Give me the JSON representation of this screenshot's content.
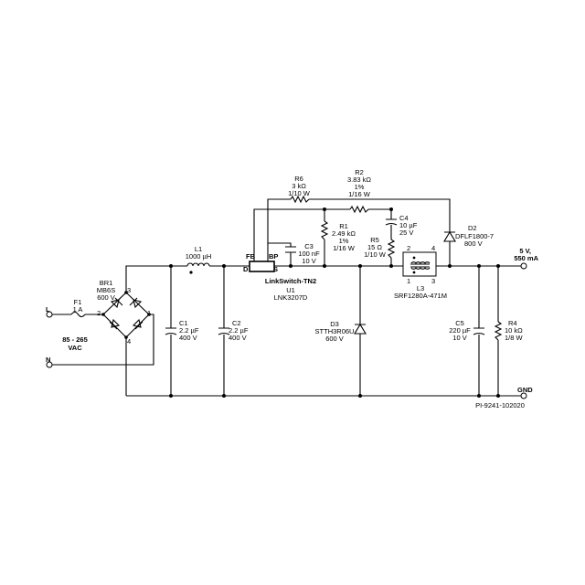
{
  "input": {
    "line": "L",
    "neutral": "N",
    "voltage": [
      "85 - 265",
      "VAC"
    ]
  },
  "output": {
    "voltage": "5 V,",
    "current": "550 mA",
    "ground": "GND"
  },
  "components": {
    "f1": {
      "ref": "F1",
      "value": "1 A"
    },
    "br1": {
      "ref": "BR1",
      "part": "MB6S",
      "rating": "600 V",
      "pins": [
        "1",
        "2",
        "3",
        "4"
      ]
    },
    "l1": {
      "ref": "L1",
      "value": "1000 µH"
    },
    "c1": {
      "ref": "C1",
      "value": "2.2 µF",
      "rating": "400 V"
    },
    "c2": {
      "ref": "C2",
      "value": "2.2 µF",
      "rating": "400 V"
    },
    "u1": {
      "family": "LinkSwitch-TN2",
      "ref": "U1",
      "part": "LNK3207D",
      "pins": {
        "fb": "FB",
        "bp": "BP",
        "d": "D",
        "s": "S"
      }
    },
    "c3": {
      "ref": "C3",
      "value": "100 nF",
      "rating": "10 V"
    },
    "r6": {
      "ref": "R6",
      "value": "3 kΩ",
      "power": "1/10 W"
    },
    "r2": {
      "ref": "R2",
      "value": "3.83 kΩ",
      "tolerance": "1%",
      "power": "1/16 W"
    },
    "r1": {
      "ref": "R1",
      "value": "2.49 kΩ",
      "tolerance": "1%",
      "power": "1/16 W"
    },
    "c4": {
      "ref": "C4",
      "value": "10 µF",
      "rating": "25 V"
    },
    "r5": {
      "ref": "R5",
      "value": "15 Ω",
      "power": "1/10 W"
    },
    "d2": {
      "ref": "D2",
      "part": "DFLF1800-7",
      "rating": "800 V"
    },
    "l3": {
      "ref": "L3",
      "part": "SRF1280A-471M",
      "pins": [
        "2",
        "4",
        "1",
        "3"
      ]
    },
    "d3": {
      "ref": "D3",
      "part": "STTH3R06U",
      "rating": "600 V"
    },
    "c5": {
      "ref": "C5",
      "value": "220 µF",
      "rating": "10 V"
    },
    "r4": {
      "ref": "R4",
      "value": "10 kΩ",
      "power": "1/8 W"
    }
  },
  "drawing_id": "PI-9241-102020"
}
